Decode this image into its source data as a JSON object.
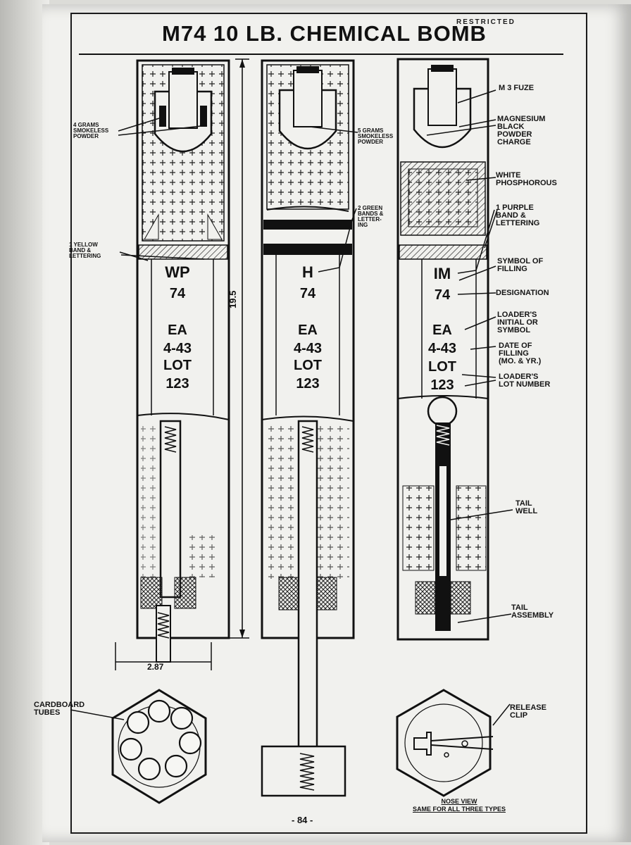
{
  "document": {
    "classification": "RESTRICTED",
    "title": "M74 10 LB. CHEMICAL BOMB",
    "page_number": "- 84 -",
    "overall_length": "19.5",
    "body_width": "2.87"
  },
  "bombs": [
    {
      "filling_symbol": "WP",
      "designation": "74",
      "loader": "EA",
      "date": "4-43",
      "lot_label": "LOT",
      "lot_number": "123"
    },
    {
      "filling_symbol": "H",
      "designation": "74",
      "loader": "EA",
      "date": "4-43",
      "lot_label": "LOT",
      "lot_number": "123"
    },
    {
      "filling_symbol": "IM",
      "designation": "74",
      "loader": "EA",
      "date": "4-43",
      "lot_label": "LOT",
      "lot_number": "123"
    }
  ],
  "callouts": {
    "smokeless_4g": "4 GRAMS\nSMOKELESS\nPOWDER",
    "yellow_band": "1 YELLOW\nBAND &\nLETTERING",
    "smokeless_5g": "5 GRAMS\nSMOKELESS\nPOWDER",
    "green_bands": "2 GREEN\nBANDS &\nLETTER-\nING",
    "m3_fuze": "M 3 FUZE",
    "magnesium_charge": "MAGNESIUM\nBLACK\nPOWDER\nCHARGE",
    "white_phosphorous": "WHITE\nPHOSPHOROUS",
    "purple_band": "1 PURPLE\nBAND &\nLETTERING",
    "symbol_of_filling": "SYMBOL OF\nFILLING",
    "designation": "DESIGNATION",
    "loader_initial": "LOADER'S\nINITIAL OR\nSYMBOL",
    "date_of_filling": "DATE OF\nFILLING\n(MO. & YR.)",
    "loader_lot": "LOADER'S\nLOT NUMBER",
    "tail_well": "TAIL\nWELL",
    "tail_assembly": "TAIL\nASSEMBLY",
    "cardboard_tubes": "CARDBOARD\nTUBES",
    "release_clip": "RELEASE\nCLIP"
  },
  "nose_view_caption": {
    "line1": "NOSE VIEW",
    "line2": "SAME FOR ALL THREE TYPES"
  }
}
